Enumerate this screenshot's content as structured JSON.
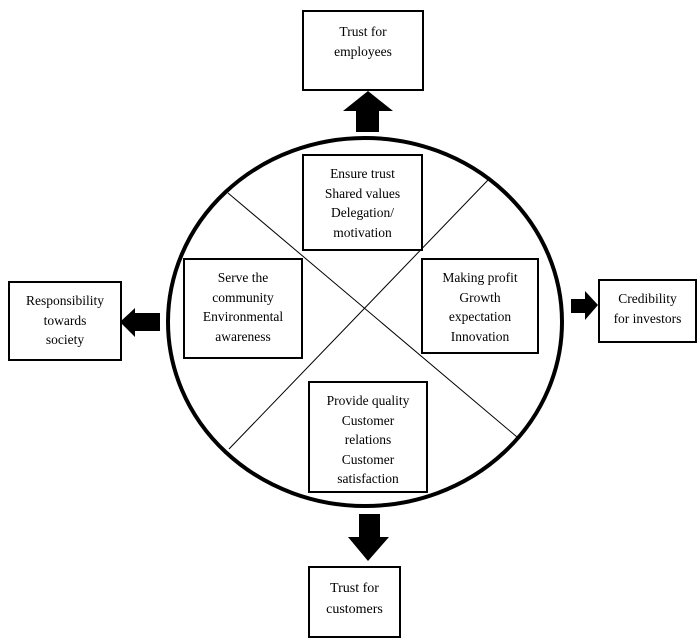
{
  "diagram": {
    "title": "",
    "center_quadrants": {
      "top": {
        "lines": [
          "Ensure trust",
          "Shared values",
          "Delegation/",
          "motivation"
        ]
      },
      "left": {
        "lines": [
          "Serve the",
          "community",
          "Environmental",
          "awareness"
        ]
      },
      "right": {
        "lines": [
          "Making profit",
          "Growth",
          "expectation",
          "Innovation"
        ]
      },
      "bottom": {
        "lines": [
          "Provide quality",
          "Customer",
          "relations",
          "Customer",
          "satisfaction"
        ]
      }
    },
    "outcomes": {
      "top": {
        "lines": [
          "Trust for",
          "employees"
        ],
        "arrow": "up-arrow-icon"
      },
      "left": {
        "lines": [
          "Responsibility",
          "towards",
          "society"
        ],
        "arrow": "left-arrow-icon"
      },
      "right": {
        "lines": [
          "Credibility",
          "for investors"
        ],
        "arrow": "right-arrow-icon"
      },
      "bottom": {
        "lines": [
          "Trust for",
          "customers"
        ],
        "arrow": "down-arrow-icon"
      }
    },
    "colors": {
      "stroke": "#000000",
      "background": "#ffffff"
    }
  }
}
